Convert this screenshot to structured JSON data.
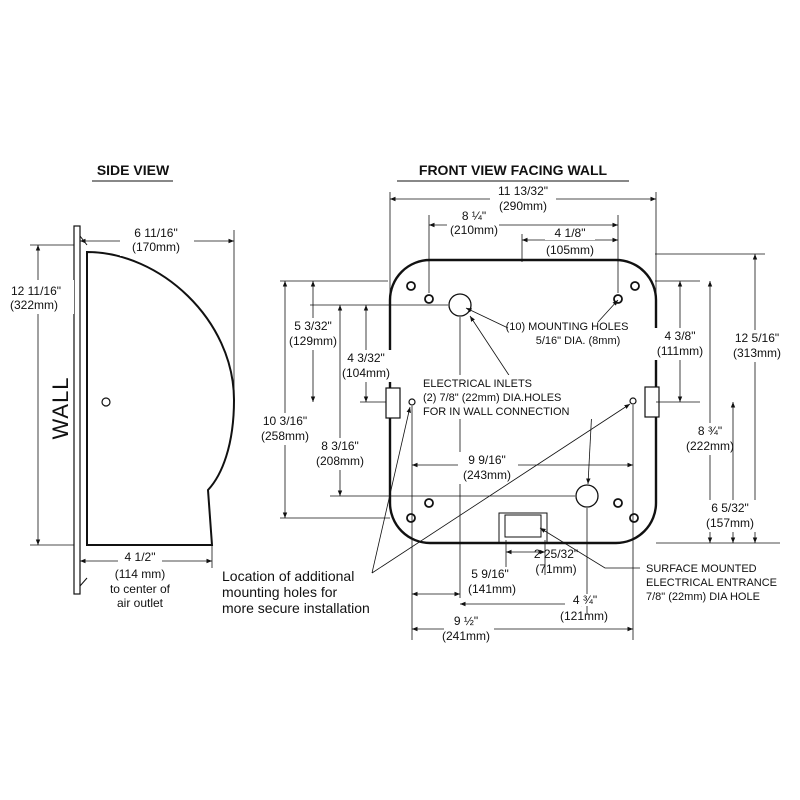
{
  "titles": {
    "side_view": "SIDE VIEW",
    "front_view": "FRONT VIEW FACING WALL"
  },
  "side": {
    "wall_label": "WALL",
    "height_in": "12 11/16\"",
    "height_mm": "(322mm)",
    "depth_in": "6 11/16\"",
    "depth_mm": "(170mm)",
    "outlet_in": "4 1/2\"",
    "outlet_mm": "(114 mm)",
    "outlet_note_1": "to center of",
    "outlet_note_2": "air outlet"
  },
  "front": {
    "overall_width_in": "11 13/32\"",
    "overall_width_mm": "(290mm)",
    "w_8_1_4_in": "8 ¼\"",
    "w_8_1_4_mm": "(210mm)",
    "w_4_1_8_in": "4 1/8\"",
    "w_4_1_8_mm": "(105mm)",
    "h_5_3_32_in": "5 3/32\"",
    "h_5_3_32_mm": "(129mm)",
    "h_4_3_32_in": "4 3/32\"",
    "h_4_3_32_mm": "(104mm)",
    "h_10_3_16_in": "10 3/16\"",
    "h_10_3_16_mm": "(258mm)",
    "h_8_3_16_in": "8 3/16\"",
    "h_8_3_16_mm": "(208mm)",
    "h_4_3_8_in": "4 3/8\"",
    "h_4_3_8_mm": "(111mm)",
    "h_12_5_16_in": "12 5/16\"",
    "h_12_5_16_mm": "(313mm)",
    "h_8_3_4_in": "8 ¾\"",
    "h_8_3_4_mm": "(222mm)",
    "h_6_5_32_in": "6 5/32\"",
    "h_6_5_32_mm": "(157mm)",
    "w_9_9_16_in": "9 9/16\"",
    "w_9_9_16_mm": "(243mm)",
    "w_2_25_32_in": "2 25/32\"",
    "w_2_25_32_mm": "(71mm)",
    "w_5_9_16_in": "5 9/16\"",
    "w_5_9_16_mm": "(141mm)",
    "w_4_3_4_in": "4 ¾\"",
    "w_4_3_4_mm": "(121mm)",
    "w_9_1_2_in": "9 ½\"",
    "w_9_1_2_mm": "(241mm)"
  },
  "notes": {
    "mounting_holes_1": "(10) MOUNTING HOLES",
    "mounting_holes_2": "5/16\" DIA. (8mm)",
    "inlets_1": "ELECTRICAL INLETS",
    "inlets_2": "(2) 7/8\" (22mm) DIA.HOLES",
    "inlets_3": "FOR IN WALL CONNECTION",
    "additional_1": "Location of additional",
    "additional_2": "mounting holes for",
    "additional_3": "more secure installation",
    "surface_1": "SURFACE MOUNTED",
    "surface_2": "ELECTRICAL ENTRANCE",
    "surface_3": "7/8\" (22mm) DIA HOLE"
  }
}
